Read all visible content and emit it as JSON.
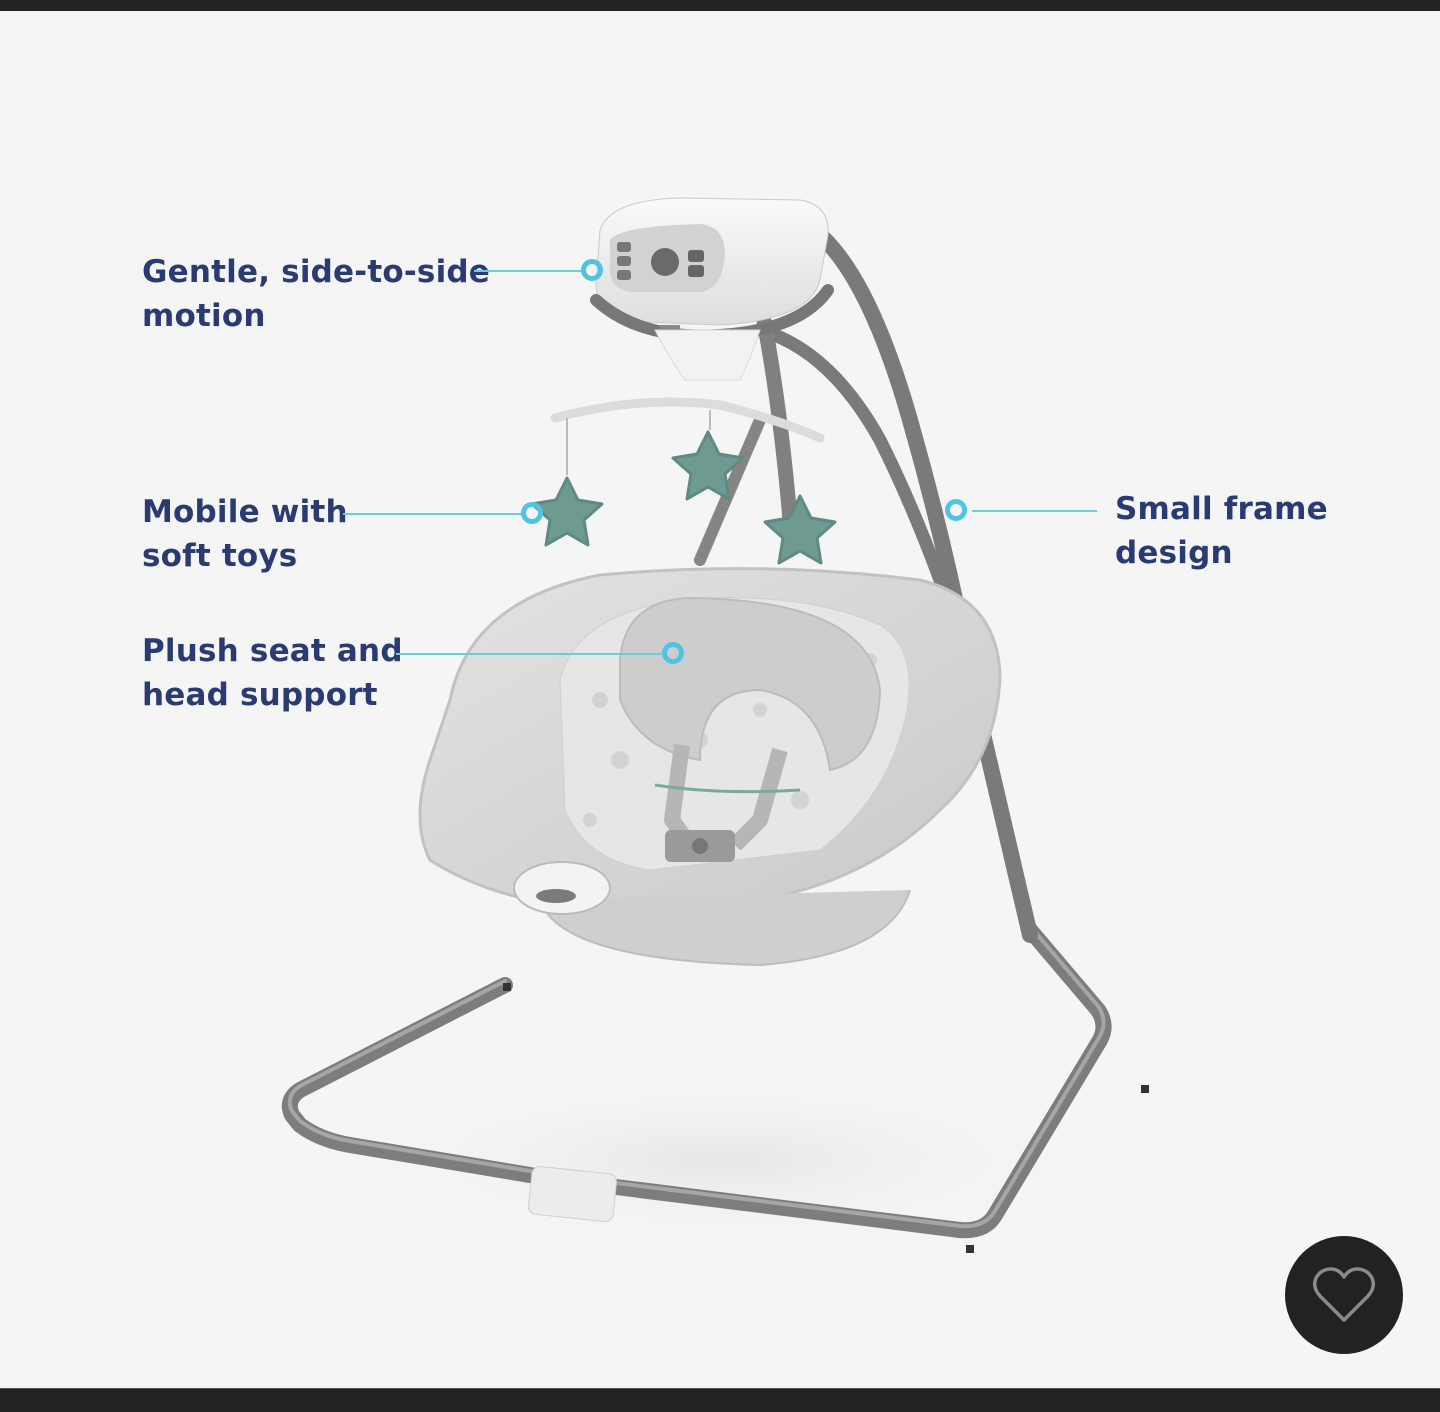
{
  "product_image": {
    "alt": "Baby swing with mobile and soft star toys",
    "colors": {
      "background": "#f5f5f5",
      "frame": "#7d7d7d",
      "seat": "#d8d8d8",
      "toys": "#6f9a92",
      "callout_text": "#2a3a72",
      "callout_accent": "#4fc4e2"
    }
  },
  "callouts": [
    {
      "line1": "Gentle, side-to-side",
      "line2": "motion"
    },
    {
      "line1": "Mobile with",
      "line2": "soft toys"
    },
    {
      "line1": "Plush seat and",
      "line2": "head support"
    },
    {
      "line1": "Small frame",
      "line2": "design"
    }
  ],
  "favorite_button": {
    "icon": "heart-outline-icon"
  }
}
